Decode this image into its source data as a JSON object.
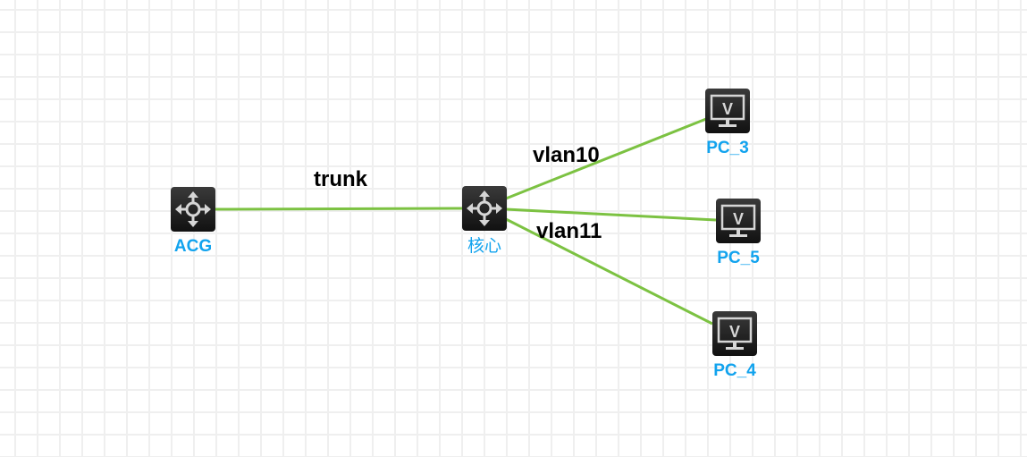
{
  "diagram": {
    "type": "network-topology",
    "colors": {
      "link": "#7cc242",
      "node_label": "#12a3ee",
      "link_label": "#000000",
      "icon_bg_top": "#3a3a3a",
      "icon_bg_bottom": "#111111",
      "icon_glyph": "#d6d6d6"
    },
    "nodes": [
      {
        "id": "acg",
        "label": "ACG",
        "kind": "switch",
        "icon": "switch-arrows-icon"
      },
      {
        "id": "core",
        "label": "核心",
        "kind": "switch",
        "icon": "switch-arrows-icon"
      },
      {
        "id": "pc3",
        "label": "PC_3",
        "kind": "pc",
        "icon": "monitor-icon",
        "glyph": "V"
      },
      {
        "id": "pc5",
        "label": "PC_5",
        "kind": "pc",
        "icon": "monitor-icon",
        "glyph": "V"
      },
      {
        "id": "pc4",
        "label": "PC_4",
        "kind": "pc",
        "icon": "monitor-icon",
        "glyph": "V"
      }
    ],
    "links": [
      {
        "from": "acg",
        "to": "core",
        "label": "trunk"
      },
      {
        "from": "core",
        "to": "pc3",
        "label": "vlan10"
      },
      {
        "from": "core",
        "to": "pc5",
        "label": ""
      },
      {
        "from": "core",
        "to": "pc4",
        "label": "vlan11"
      }
    ],
    "link_labels": {
      "trunk": "trunk",
      "vlan10": "vlan10",
      "vlan11": "vlan11"
    }
  }
}
